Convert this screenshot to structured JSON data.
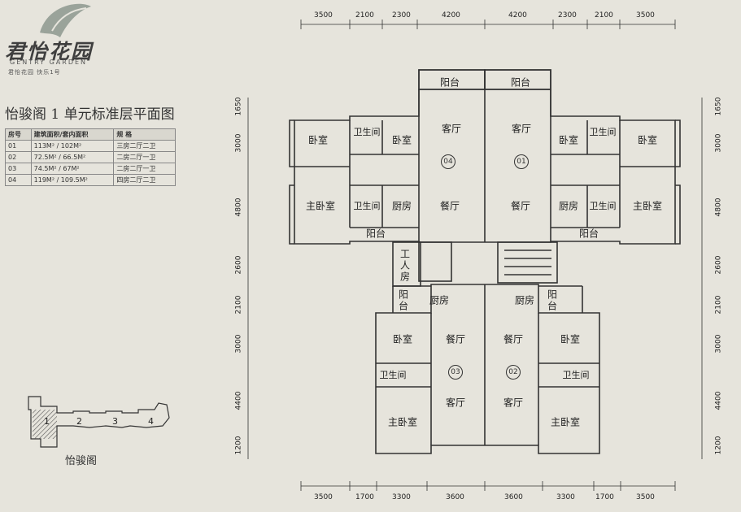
{
  "logo": {
    "cn": "君怡花园",
    "en": "GENTRY GARDEN",
    "sub": "君怡花园 快乐1号"
  },
  "plan_title": "怡骏阁 1 单元标准层平面图",
  "table": {
    "headers": [
      "房号",
      "建筑面积/套内面积",
      "规 格"
    ],
    "rows": [
      [
        "01",
        "113M² / 102M²",
        "三房二厅二卫"
      ],
      [
        "02",
        "72.5M² / 66.5M²",
        "二房二厅一卫"
      ],
      [
        "03",
        "74.5M² / 67M²",
        "二房二厅一卫"
      ],
      [
        "04",
        "119M² / 109.5M²",
        "四房二厅二卫"
      ]
    ]
  },
  "dims_top": [
    "3500",
    "2100",
    "2300",
    "4200",
    "4200",
    "2300",
    "2100",
    "3500"
  ],
  "dims_bottom": [
    "3500",
    "1700",
    "3300",
    "3600",
    "3600",
    "3300",
    "1700",
    "3500"
  ],
  "dims_left": [
    "1650",
    "3000",
    "4800",
    "2600",
    "2100",
    "3000",
    "4400",
    "1200"
  ],
  "dims_right": [
    "1650",
    "3000",
    "4800",
    "2600",
    "2100",
    "3000",
    "4400",
    "1200"
  ],
  "rooms": {
    "balcony": "阳台",
    "living": "客厅",
    "dining": "餐厅",
    "bedroom": "卧室",
    "bath": "卫生间",
    "master": "主卧室",
    "kitchen": "厨房",
    "worker": "工人房"
  },
  "units": [
    "04",
    "01",
    "03",
    "02"
  ],
  "key": {
    "caption": "怡骏阁",
    "numbers": [
      "1",
      "2",
      "3",
      "4"
    ]
  }
}
